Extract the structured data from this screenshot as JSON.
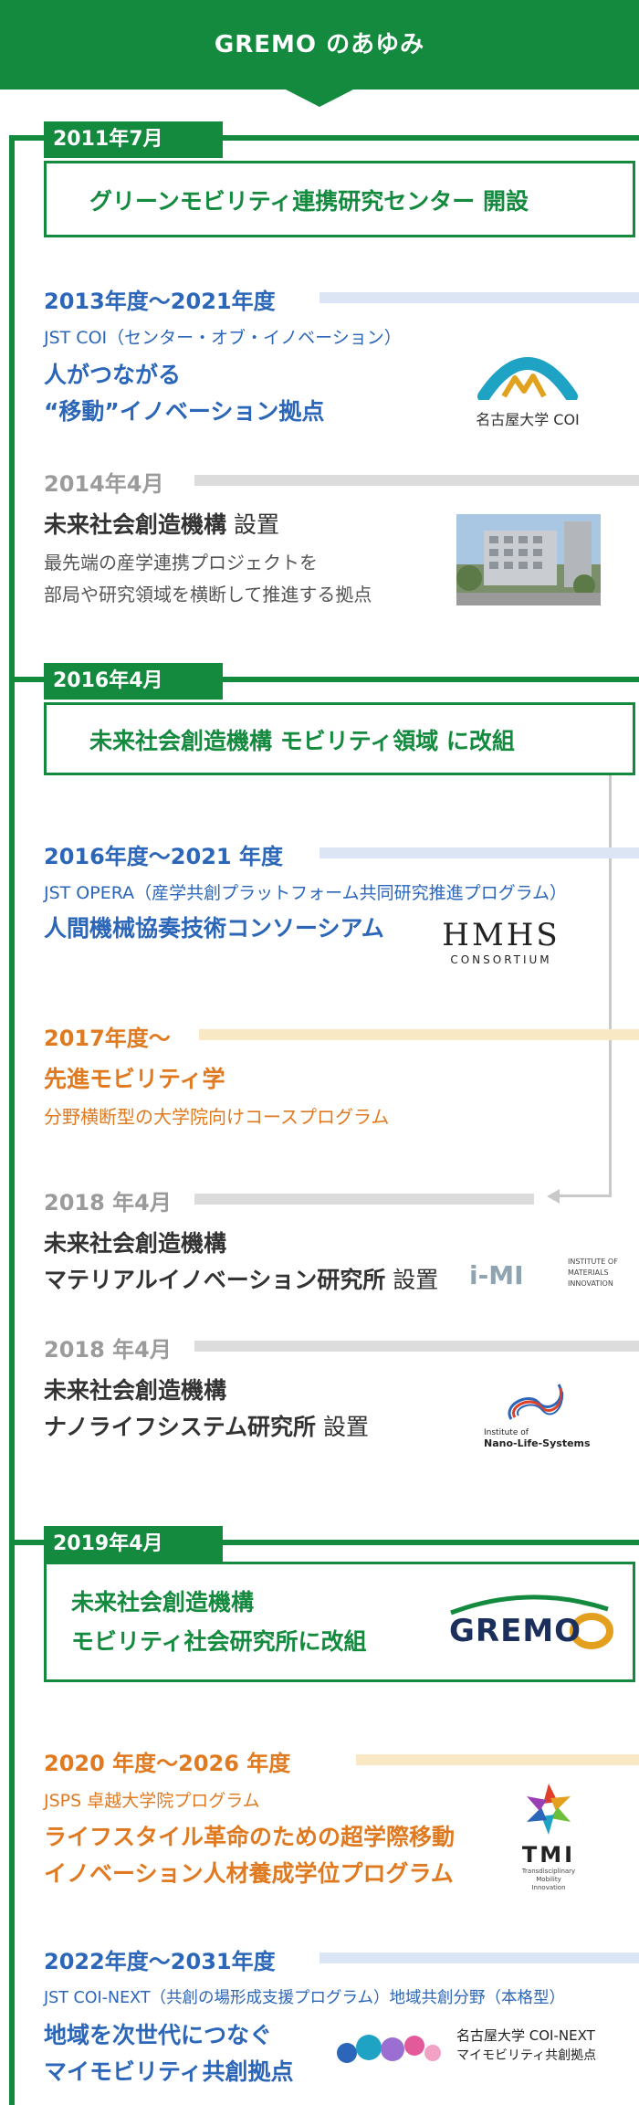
{
  "header": {
    "title": "GREMO のあゆみ"
  },
  "milestones": [
    {
      "year": "2011年7月",
      "text": "グリーンモビリティ連携研究センター 開設"
    },
    {
      "year": "2016年4月",
      "text": "未来社会創造機構 モビリティ領域 に改組"
    },
    {
      "year": "2019年4月",
      "line1": "未来社会創造機構",
      "line2": "モビリティ社会研究所に改組"
    }
  ],
  "entries": [
    {
      "period": "2013年度～2021年度",
      "sub": "JST COI（センター・オブ・イノベーション）",
      "title1": "人がつながる",
      "title2": "“移動”イノベーション拠点",
      "logo": "名古屋大学 COI"
    },
    {
      "period": "2014年4月",
      "title_bold": "未来社会創造機構",
      "title_suffix": " 設置",
      "desc1": "最先端の産学連携プロジェクトを",
      "desc2": "部局や研究領域を横断して推進する拠点"
    },
    {
      "period": "2016年度～2021 年度",
      "sub": "JST OPERA（産学共創プラットフォーム共同研究推進プログラム）",
      "title1": "人間機械協奏技術コンソーシアム",
      "logo_main": "HMHS",
      "logo_sub": "CONSORTIUM"
    },
    {
      "period": "2017年度～",
      "title1": "先進モビリティ学",
      "desc1": "分野横断型の大学院向けコースプログラム"
    },
    {
      "period": "2018 年4月",
      "title1": "未来社会創造機構",
      "title2_bold": "マテリアルイノベーション研究所",
      "title2_suffix": " 設置",
      "logo_main": "i-MI",
      "logo_lines": [
        "INSTITUTE OF",
        "MATERIALS",
        "INNOVATION"
      ]
    },
    {
      "period": "2018 年4月",
      "title1": "未来社会創造機構",
      "title2_bold": "ナノライフシステム研究所",
      "title2_suffix": " 設置",
      "logo_lines": [
        "Institute of",
        "Nano-Life-Systems"
      ]
    },
    {
      "period": "2020 年度～2026 年度",
      "sub": "JSPS 卓越大学院プログラム",
      "title1": "ライフスタイル革命のための超学際移動",
      "title2": "イノベーション人材養成学位プログラム",
      "logo_main": "TMI",
      "logo_lines": [
        "Transdisciplinary",
        "Mobility",
        "Innovation"
      ]
    },
    {
      "period": "2022年度～2031年度",
      "sub": "JST COI-NEXT（共創の場形成支援プログラム）地域共創分野（本格型）",
      "title1": "地域を次世代につなぐ",
      "title2": "マイモビリティ共創拠点",
      "logo_lines": [
        "名古屋大学 COI-NEXT",
        "マイモビリティ共創拠点"
      ]
    }
  ],
  "logos": {
    "gremo": "GREMO"
  },
  "colors": {
    "green": "#138a3e",
    "blue": "#2b66b8",
    "orange": "#e07a21",
    "gray": "#9b9b9b"
  }
}
